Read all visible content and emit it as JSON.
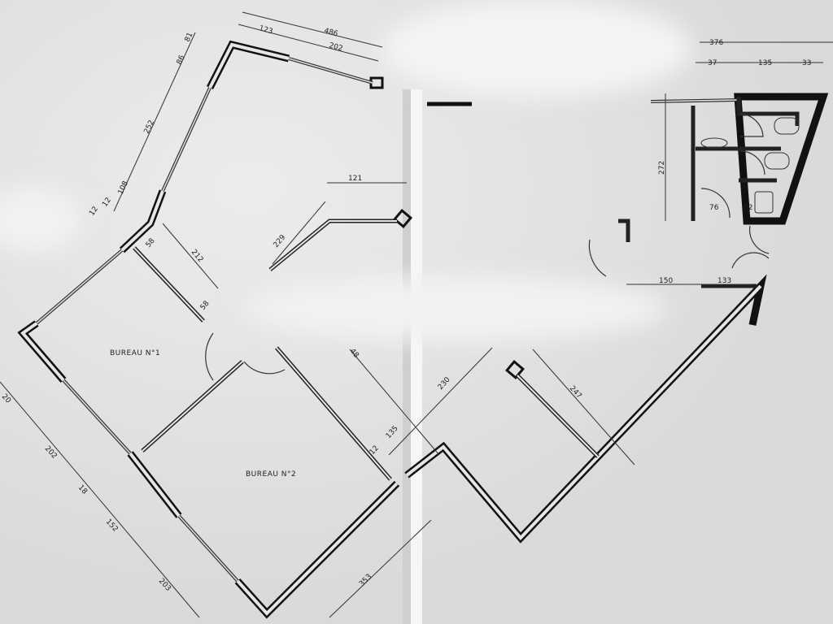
{
  "rooms": {
    "bureau_1": "BUREAU N°1",
    "bureau_2": "BUREAU N°2"
  },
  "dimensions": {
    "top_total": "486",
    "top_left": "123",
    "top_right": "202",
    "left_a": "81",
    "left_b": "86",
    "left_c": "252",
    "left_d": "108",
    "left_e": "12",
    "left_f": "12",
    "inner_a": "121",
    "inner_b": "229",
    "inner_c": "212",
    "inner_d": "58",
    "inner_e": "58",
    "inner_f": "48",
    "wc_total": "376",
    "wc_a": "37",
    "wc_b": "135",
    "wc_c": "33",
    "wc_height": "272",
    "wc_door": "76",
    "wc_sink": "92",
    "lobby_a": "150",
    "lobby_b": "133",
    "mid_a": "230",
    "mid_b": "247",
    "mid_c": "135",
    "mid_d": "12",
    "low_a": "20",
    "low_b": "202",
    "low_c": "18",
    "low_d": "152",
    "low_e": "203",
    "low_f": "353"
  },
  "colors": {
    "paper": "#e4e4e4",
    "ink": "#111111"
  }
}
